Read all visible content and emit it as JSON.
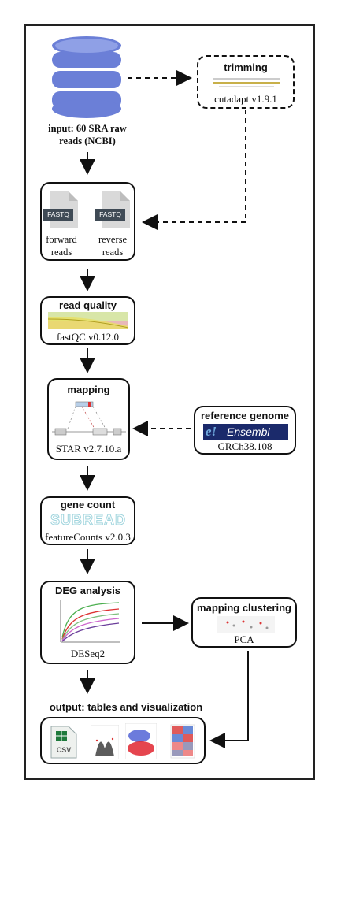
{
  "input": {
    "label_line1": "input: 60 SRA raw",
    "label_line2": "reads (NCBI)"
  },
  "trimming": {
    "title": "trimming",
    "tool": "cutadapt v1.9.1"
  },
  "fastq": {
    "badge1": "FASTQ",
    "badge2": "FASTQ",
    "forward_line1": "forward",
    "forward_line2": "reads",
    "reverse_line1": "reverse",
    "reverse_line2": "reads"
  },
  "read_quality": {
    "title": "read quality",
    "tool": "fastQC v0.12.0"
  },
  "mapping": {
    "title": "mapping",
    "tool": "STAR v2.7.10.a"
  },
  "reference": {
    "title": "reference genome",
    "logo": "Ensembl",
    "version": "GRCh38.108"
  },
  "gene_count": {
    "title": "gene count",
    "logo": "SUBREAD",
    "tool": "featureCounts v2.0.3"
  },
  "deg": {
    "title": "DEG analysis",
    "tool": "DESeq2"
  },
  "clustering": {
    "title": "mapping clustering",
    "tool": "PCA"
  },
  "output": {
    "title": "output: tables and visualization",
    "csv_label": "CSV"
  },
  "colors": {
    "db_blue": "#6b7fd7",
    "ensembl_navy": "#1b2a6b",
    "subread_cyan": "#9fd4dd",
    "csv_green": "#1e7a3c"
  }
}
